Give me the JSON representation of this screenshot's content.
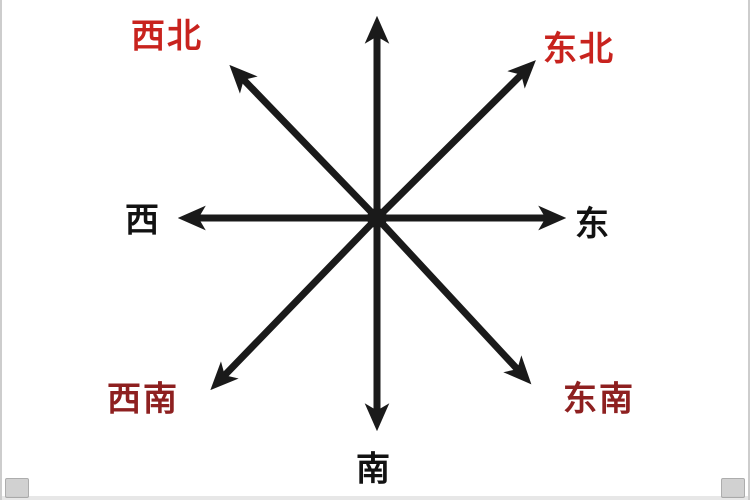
{
  "diagram": {
    "type": "compass-rose-eight-directions",
    "background": "#ffffff",
    "arrow_color": "#1a1a1a",
    "directions": [
      {
        "id": "northwest",
        "text": "西北",
        "color": "#c8231e"
      },
      {
        "id": "northeast",
        "text": "东北",
        "color": "#c8231e"
      },
      {
        "id": "west",
        "text": "西",
        "color": "#121212"
      },
      {
        "id": "east",
        "text": "东",
        "color": "#121212"
      },
      {
        "id": "southwest",
        "text": "西南",
        "color": "#8e2020"
      },
      {
        "id": "southeast",
        "text": "东南",
        "color": "#8e2020"
      },
      {
        "id": "south",
        "text": "南",
        "color": "#121212"
      }
    ]
  }
}
